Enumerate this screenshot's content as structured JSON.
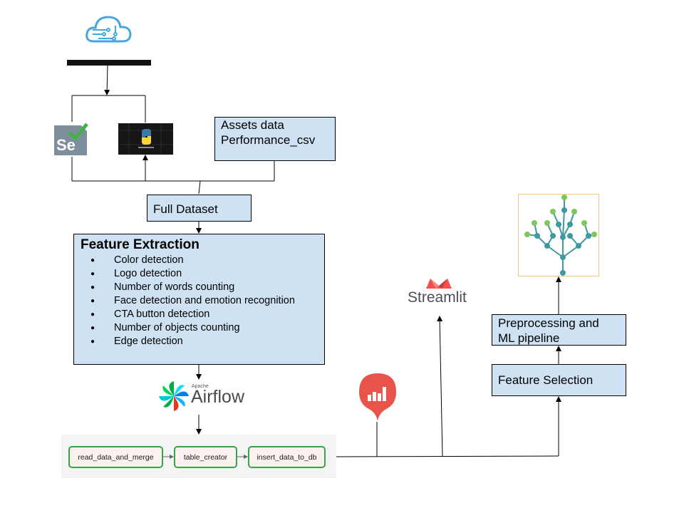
{
  "assets_box": {
    "line1": "Assets data",
    "line2": "Performance_csv"
  },
  "full_dataset_box": {
    "label": "Full Dataset"
  },
  "feature_extraction": {
    "title": "Feature Extraction",
    "items": [
      "Color detection",
      "Logo detection",
      "Number of words counting",
      "Face detection and emotion recognition",
      "CTA button detection",
      "Number of objects counting",
      "Edge detection"
    ]
  },
  "airflow_logo": {
    "small": "Apache",
    "name": "Airflow"
  },
  "pipeline_tasks": [
    "read_data_and_merge",
    "table_creator",
    "insert_data_to_db"
  ],
  "streamlit_logo": {
    "name": "Streamlit"
  },
  "preprocessing_box": {
    "line1": "Preprocessing and",
    "line2": "ML pipeline"
  },
  "feature_selection_box": {
    "label": "Feature Selection"
  },
  "selenium_logo": {
    "text": "Se"
  },
  "colors": {
    "box_fill": "#cfe2f3",
    "task_border": "#3aa34a",
    "node_green": "#7ec85a",
    "node_teal": "#3e9aa0",
    "streamlit_red": "#ff4b4b",
    "metabase_red": "#e8534a"
  }
}
